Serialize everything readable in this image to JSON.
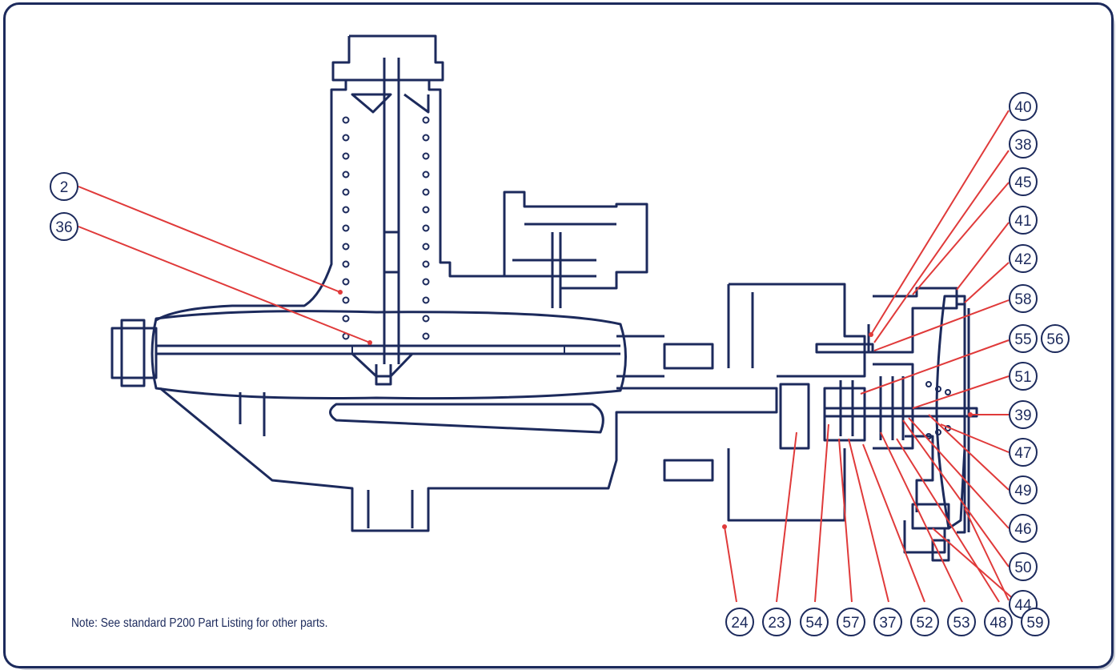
{
  "colors": {
    "outline": "#1c2a5c",
    "leader": "#e03a3a"
  },
  "note": "Note: See standard P200 Part Listing for other parts.",
  "callouts": {
    "left": [
      "2",
      "36"
    ],
    "right": [
      "40",
      "38",
      "45",
      "41",
      "42",
      "58",
      "55",
      "56",
      "51",
      "39",
      "47",
      "49",
      "46",
      "50",
      "44"
    ],
    "bottom": [
      "24",
      "23",
      "54",
      "57",
      "37",
      "52",
      "53",
      "48",
      "59"
    ]
  }
}
